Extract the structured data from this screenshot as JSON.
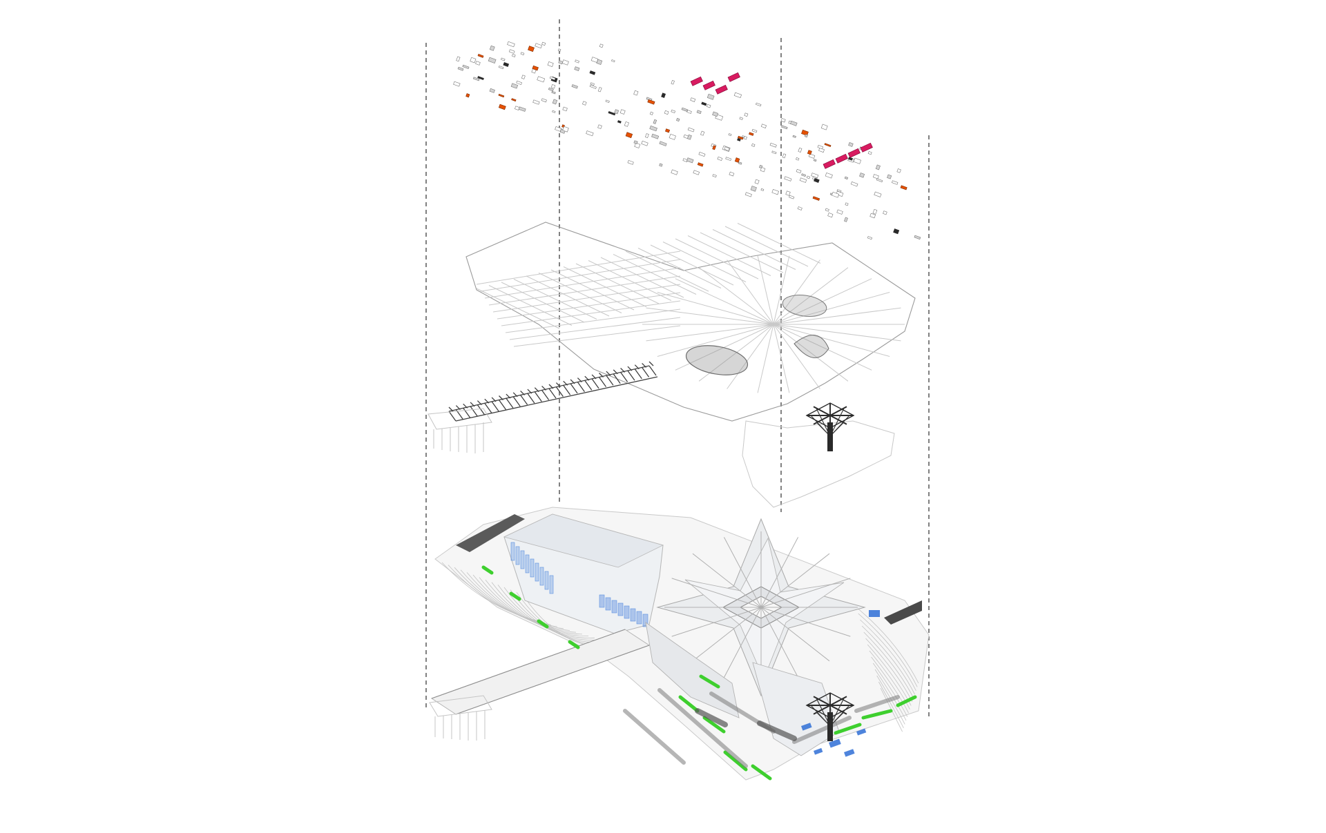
{
  "diagram": {
    "layers": [
      {
        "name": "furniture-fixtures-layer"
      },
      {
        "name": "structure-layer"
      },
      {
        "name": "envelope-landscape-layer"
      }
    ],
    "colors": {
      "background": "#ffffff",
      "guide_lines": "#4a4a4a",
      "structure": "#c8c8c8",
      "truss": "#3e3e3e",
      "fixtures_accent": "#d81b60",
      "fixtures_secondary": "#e65100",
      "glazing": "#5a8fe0",
      "planting": "#3ecf2e",
      "water": "#2f6fd6",
      "paving_dark": "#555555"
    }
  }
}
